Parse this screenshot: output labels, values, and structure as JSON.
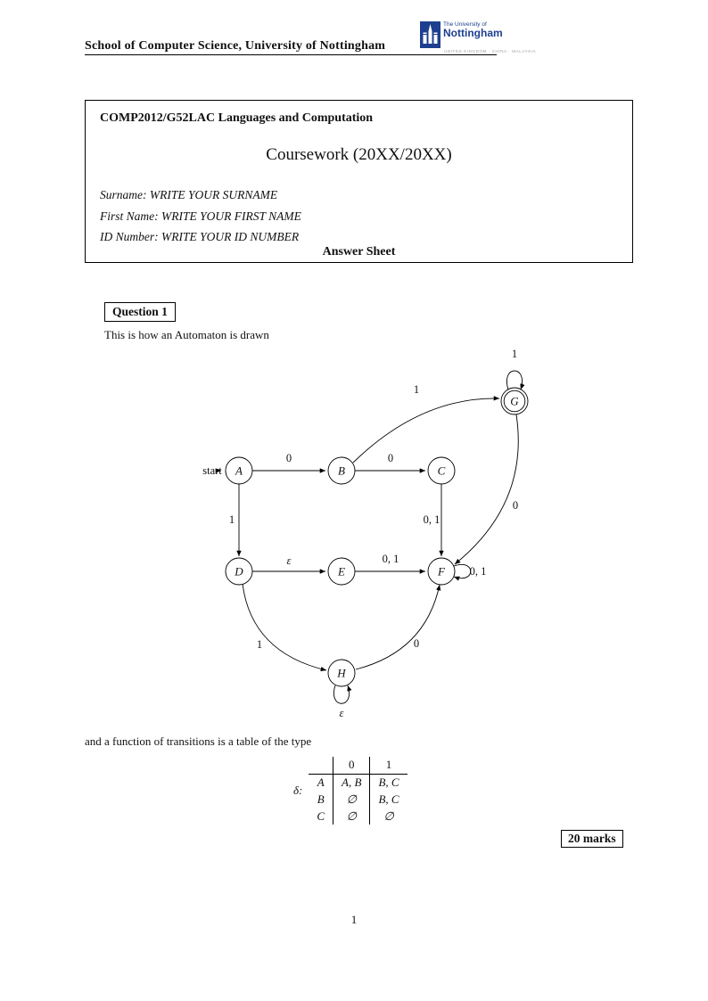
{
  "colors": {
    "logo_blue": "#1e3f8f",
    "logo_gray": "#9aa0a6"
  },
  "header": {
    "school": "School of Computer Science, University of Nottingham",
    "logo_line1": "The University of",
    "logo_line2": "Nottingham",
    "logo_line3": "UNITED KINGDOM · CHINA · MALAYSIA"
  },
  "cover": {
    "module": "COMP2012/G52LAC Languages and Computation",
    "title": "Coursework (20XX/20XX)",
    "fields": [
      {
        "label": "Surname:",
        "value": "WRITE YOUR SURNAME"
      },
      {
        "label": "First Name:",
        "value": "WRITE YOUR FIRST NAME"
      },
      {
        "label": "ID Number:",
        "value": "WRITE YOUR ID NUMBER"
      }
    ],
    "answer_sheet": "Answer Sheet"
  },
  "question": {
    "label": "Question 1",
    "intro": "This is how an Automaton is drawn",
    "table_intro": "and a function of transitions is a table of the type",
    "marks": "20 marks"
  },
  "automaton": {
    "start_label": "start",
    "accepting_states": [
      "G"
    ],
    "states": {
      "A": "A",
      "B": "B",
      "C": "C",
      "D": "D",
      "E": "E",
      "F": "F",
      "G": "G",
      "H": "H"
    },
    "labels": {
      "a_b": "0",
      "b_c": "0",
      "b_g": "1",
      "g_loop": "1",
      "c_f": "0, 1",
      "g_f": "0",
      "a_d": "1",
      "d_e": "ε",
      "e_f": "0, 1",
      "f_loop": "0, 1",
      "d_h": "1",
      "h_f": "0",
      "h_loop": "ε"
    }
  },
  "table": {
    "delta": "δ:",
    "col0": "0",
    "col1": "1",
    "rows": [
      {
        "state": "A",
        "c0": "A, B",
        "c1": "B, C"
      },
      {
        "state": "B",
        "c0": "∅",
        "c1": "B, C"
      },
      {
        "state": "C",
        "c0": "∅",
        "c1": "∅"
      }
    ]
  },
  "footer": {
    "page": "1"
  }
}
